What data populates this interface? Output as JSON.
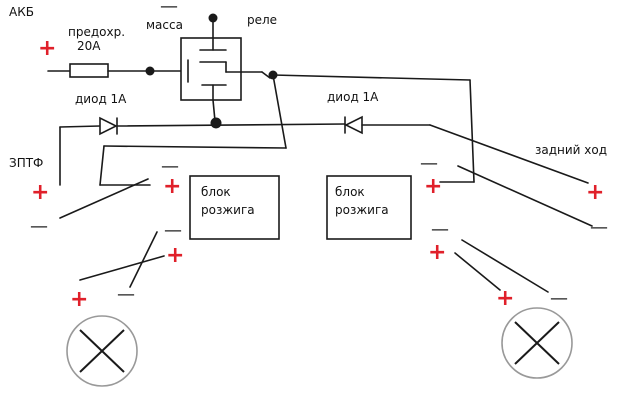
{
  "labels": {
    "akb": "АКБ",
    "fuse": "предохр.",
    "fuse_rating": "20А",
    "ground": "масса",
    "relay": "реле",
    "diode_left": "диод 1А",
    "diode_right": "диод 1А",
    "fog": "ЗПТФ",
    "reverse": "задний ход",
    "block_left_1": "блок",
    "block_left_2": "розжига",
    "block_right_1": "блок",
    "block_right_2": "розжига"
  },
  "symbols": {
    "plus": "+",
    "minus": "—"
  },
  "colors": {
    "positive": "#e0202a",
    "wire": "#1a1a1a",
    "lamp": "#999999"
  }
}
